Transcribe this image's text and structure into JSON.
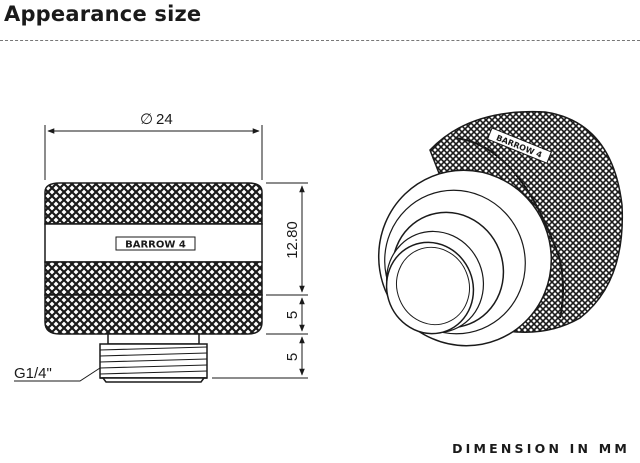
{
  "header": {
    "title": "Appearance size"
  },
  "front_view": {
    "brand_logo": "BARROW 4",
    "dimensions": {
      "diameter_symbol": "∅",
      "diameter": "24",
      "height_upper": "12.80",
      "height_middle": "5",
      "height_thread": "5",
      "thread_label": "G1/4\""
    }
  },
  "perspective_view": {
    "brand_logo": "BARROW 4"
  },
  "footer": {
    "unit_note": "DIMENSION IN MM"
  },
  "colors": {
    "line": "#1a1a1a",
    "background": "#ffffff",
    "divider": "#777777"
  }
}
